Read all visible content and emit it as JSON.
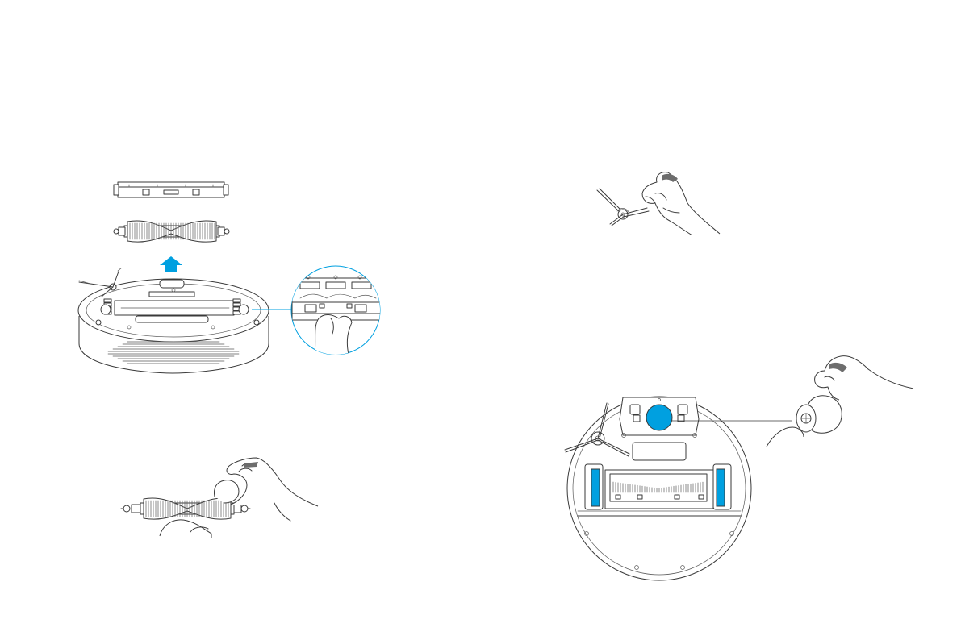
{
  "colors": {
    "line": "#3a3a3a",
    "accent": "#00a0e0",
    "background": "#ffffff"
  },
  "icons": {
    "lift_arrow": "up-arrow-icon"
  },
  "figures": [
    "roller-brush-removal",
    "side-brush-cleaning",
    "roller-brush-cleaning",
    "omni-wheel-cleaning"
  ]
}
